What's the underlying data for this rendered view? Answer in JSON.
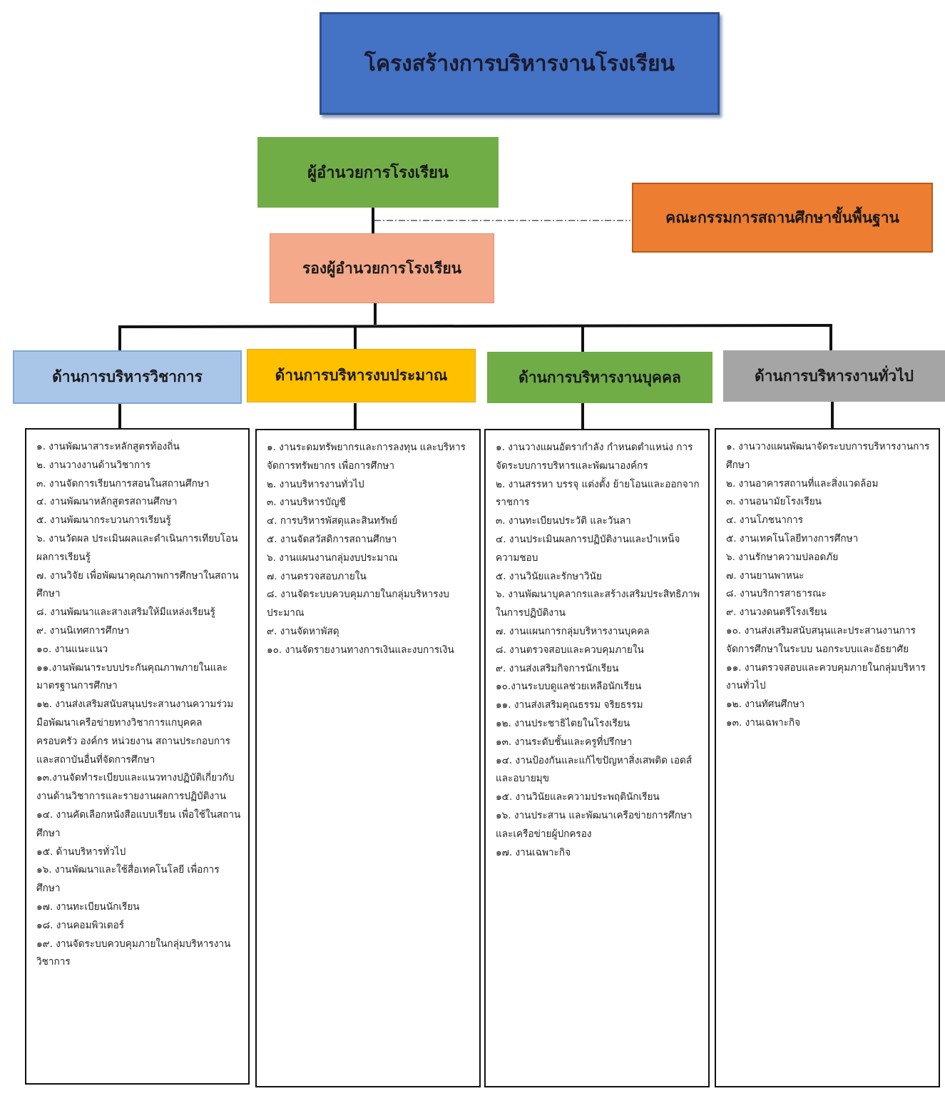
{
  "title": "โครงสร้างการบริหารงานโรงเรียน",
  "director": "ผู้อำนวยการโรงเรียน",
  "board": "คณะกรรมการสถานศึกษาขั้นพื้นฐาน",
  "deputy": "รองผู้อำนวยการโรงเรียน",
  "colors": {
    "title": "#4472c4",
    "director": "#70ad47",
    "board": "#ed7d31",
    "deputy": "#f4a98a",
    "academic": "#a9c6e8",
    "budget": "#ffc000",
    "personnel": "#70ad47",
    "general": "#a5a5a5"
  },
  "departments": [
    {
      "name": "ด้านการบริหารวิชาการ",
      "duties": [
        "๑. งานพัฒนาสาระหลักสูตรท้องถิ่น",
        "๒. งานวางงานด้านวิชาการ",
        "๓. งานจัดการเรียนการสอนในสถานศึกษา",
        "๔. งานพัฒนาหลักสูตรสถานศึกษา",
        "๕. งานพัฒนากระบวนการเรียนรู้",
        "๖. งานวัดผล ประเมินผลและดำเนินการเทียบโอนผลการเรียนรู้",
        "๗. งานวิจัย เพื่อพัฒนาคุณภาพการศึกษาในสถานศึกษา",
        "๘. งานพัฒนาและสางเสริมให้มีแหล่งเรียนรู้",
        "๙. งานนิเทศการศึกษา",
        "๑๐. งานแนะแนว",
        "๑๑.งานพัฒนาระบบประกันคุณภาพภายในและมาตรฐานการศึกษา",
        "๑๒. งานส่งเสริมสนับสนุนประสานงานความร่วมมือพัฒนาเครือข่ายทางวิชาการแกบุคคล ครอบครัว องค์กร หน่วยงาน สถานประกอบการและสถาบันอื่นที่จัดการศึกษา",
        "๑๓.งานจัดทำระเบียบและแนวทางปฏิบัติเกี่ยวกับงานด้านวิชาการและรายงานผลการปฏิบัติงาน",
        "๑๔. งานคัดเลือกหนังสือแบบเรียน เพื่อใช้ในสถานศึกษา",
        "๑๕. ด้านบริหารทั่วไป",
        "๑๖. งานพัฒนาและใช้สื่อเทคโนโลยี เพื่อการศึกษา",
        "๑๗. งานทะเบียนนักเรียน",
        "๑๘. งานคอมพิวเตอร์",
        "๑๙. งานจัดระบบควบคุมภายในกลุ่มบริหารงานวิชาการ"
      ]
    },
    {
      "name": "ด้านการบริหารงบประมาณ",
      "duties": [
        "๑. งานระดมทรัพยากรและการลงทุน และบริหาร จัดการทรัพยากร เพื่อการศึกษา",
        "๒. งานบริหารงานทั่วไป",
        "๓. งานบริหารบัญชี",
        "๔. การบริหารพัสดุและสินทรัพย์",
        "๕. งานจัดสวัสดิการสถานศึกษา",
        "๖. งานแผนงานกลุ่มงบประมาณ",
        "๗. งานตรวจสอบภายใน",
        "๘. งานจัดระบบควบคุมภายในกลุ่มบริหารงบประมาณ",
        "๙. งานจัดหาพัสดุ",
        "๑๐. งานจัดรายงานทางการเงินและงบการเงิน"
      ]
    },
    {
      "name": "ด้านการบริหารงานบุคคล",
      "duties": [
        "๑. งานวางแผนอัตรากำลัง กำหนดตำแหน่ง การจัดระบบการบริหารและพัฒนาองค์กร",
        "๒. งานสรรหา บรรจุ แต่งตั้ง ย้ายโอนและออกจากราชการ",
        "๓. งานทะเบียนประวัติ และวันลา",
        "๔. งานประเมินผลการปฏิบัติงานและบำเหน็จความชอบ",
        "๕. งานวินัยและรักษาวินัย",
        "๖. งานพัฒนาบุคลากรและสร้างเสริมประสิทธิภาพในการปฏิบัติงาน",
        "๗. งานแผนการกลุ่มบริหารงานบุคคล",
        "๘. งานตรวจสอบและควบคุมภายใน",
        "๙. งานส่งเสริมกิจการนักเรียน",
        "๑๐.งานระบบดูแลช่วยเหลือนักเรียน",
        "๑๑. งานส่งเสริมคุณธรรม จริยธรรม",
        "๑๒. งานประชาธิไตยในโรงเรียน",
        "๑๓. งานระดับชั้นและครูที่ปรึกษา",
        "๑๔. งานป้องกันและแก้ไขปัญหาสิ่งเสพติด เอดส์ และอบายมุข",
        "๑๕. งานวินัยและความประพฤตินักเรียน",
        "๑๖. งานประสาน และพัฒนาเครือข่ายการศึกษา และเครือข่ายผู้ปกครอง",
        "๑๗. งานเฉพาะกิจ"
      ]
    },
    {
      "name": "ด้านการบริหารงานทั่วไป",
      "duties": [
        "๑. งานวางแผนพัฒนาจัดระบบการบริหารงานการศึกษา",
        "๒. งานอาคารสถานที่และสิ่งแวดล้อม",
        "๓. งานอนามัยโรงเรียน",
        "๔. งานโภชนาการ",
        "๕. งานเทคโนโลยีทางการศึกษา",
        "๖. งานรักษาความปลอดภัย",
        "๗. งานยานพาหนะ",
        "๘. งานบริการสาธารณะ",
        "๙. งานวงดนตรีโรงเรียน",
        "๑๐. งานส่งเสริมสนับสนุนและประสานงานการจัดการศึกษาในระบบ นอกระบบและอัธยาศัย",
        "๑๑. งานตรวจสอบและควบคุมภายในกลุ่มบริหารงานทั่วไป",
        "๑๒. งานทัศนศึกษา",
        "๑๓. งานเฉพาะกิจ"
      ]
    }
  ]
}
